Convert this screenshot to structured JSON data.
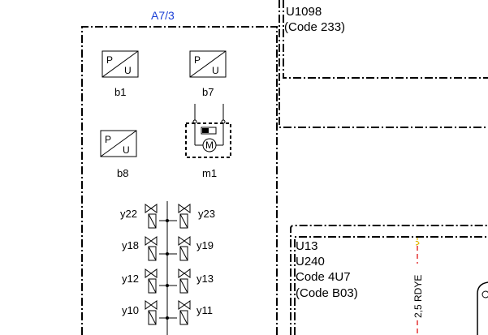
{
  "module_title": "A7/3",
  "top_right_block": {
    "line1": "U1098",
    "line2": "(Code 233)"
  },
  "sensors": [
    {
      "letters_p": "P",
      "letters_u": "U",
      "label": "b1"
    },
    {
      "letters_p": "P",
      "letters_u": "U",
      "label": "b7"
    },
    {
      "letters_p": "P",
      "letters_u": "U",
      "label": "b8"
    }
  ],
  "motor": {
    "symbol": "M",
    "label": "m1"
  },
  "valves": {
    "left": [
      "y22",
      "y18",
      "y12",
      "y10"
    ],
    "right": [
      "y23",
      "y19",
      "y13",
      "y11"
    ]
  },
  "bottom_right_block": {
    "line1": "U13",
    "line2": "U240",
    "line3": "Code 4U7",
    "line4": "(Code B03)"
  },
  "wire_label": "2,5 RDYE",
  "colors": {
    "module_title": "#1a3fd6",
    "wire_red": "#dd0000",
    "wire_yellow": "#e3b800"
  }
}
